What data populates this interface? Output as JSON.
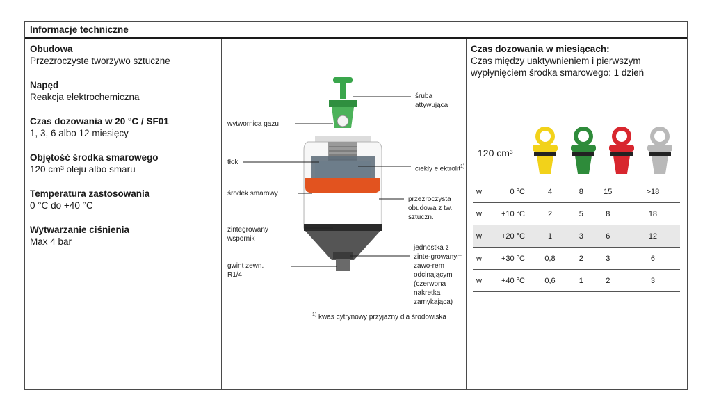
{
  "header": {
    "title": "Informacje techniczne"
  },
  "specs": [
    {
      "label": "Obudowa",
      "value": "Przezroczyste tworzywo sztuczne"
    },
    {
      "label": "Napęd",
      "value": "Reakcja elektrochemiczna"
    },
    {
      "label": "Czas dozowania w 20 °C / SF01",
      "value": "1, 3, 6 albo 12 miesięcy"
    },
    {
      "label": "Objętość środka smarowego",
      "value": "120 cm³ oleju albo smaru"
    },
    {
      "label": "Temperatura zastosowania",
      "value": "0 °C do +40 °C"
    },
    {
      "label": "Wytwarzanie ciśnienia",
      "value": "Max 4 bar"
    }
  ],
  "diagram": {
    "labels": {
      "sruba": "śruba attywująca",
      "wytwornica": "wytwornica gazu",
      "tlok": "tłok",
      "ciekly": "ciekły elektrolit",
      "srodek": "środek smarowy",
      "przezroczysta": "przezroczysta obudowa z tw. sztuczn.",
      "wspornik": "zintegrowany wspornik",
      "jednostka": "jednostka z zinte-growanym zawo-rem odcinającym (czerwona nakretka zamykająca)",
      "gwint": "gwint zewn. R1/4"
    },
    "footnote_mark": "1)",
    "footnote": "kwas cytrynowy przyjazny dla środowiska"
  },
  "dosing": {
    "title": "Czas dozowania w miesiącach:",
    "subtitle": "Czas między uaktywnieniem i pierwszym wypłynięciem środka smarowego: 1 dzień",
    "volume": "120 cm³",
    "cap_colors": [
      "#f2d21a",
      "#2e8b3a",
      "#d8262e",
      "#b9b9b9"
    ],
    "rows": [
      {
        "w": "w",
        "temp": "0 °C",
        "values": [
          "4",
          "8",
          "15",
          ">18"
        ]
      },
      {
        "w": "w",
        "temp": "+10 °C",
        "values": [
          "2",
          "5",
          "8",
          "18"
        ]
      },
      {
        "w": "w",
        "temp": "+20 °C",
        "values": [
          "1",
          "3",
          "6",
          "12"
        ]
      },
      {
        "w": "w",
        "temp": "+30 °C",
        "values": [
          "0,8",
          "2",
          "3",
          "6"
        ]
      },
      {
        "w": "w",
        "temp": "+40 °C",
        "values": [
          "0,6",
          "1",
          "2",
          "3"
        ]
      }
    ]
  }
}
